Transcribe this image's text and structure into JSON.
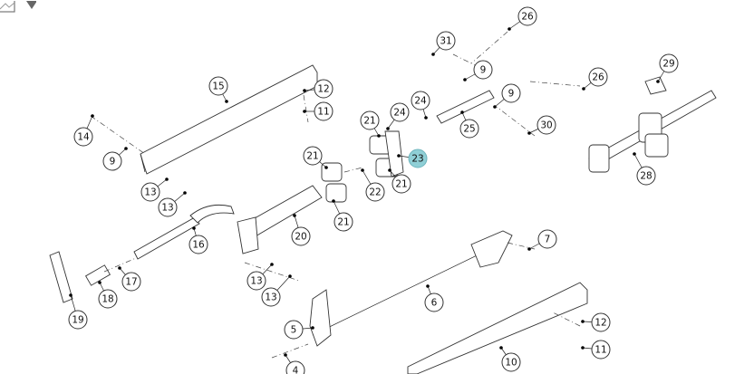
{
  "toolbar": {
    "icons": [
      "image-icon",
      "dropdown-arrow-icon"
    ]
  },
  "diagram": {
    "highlighted_callout": "23",
    "highlight_color": "#8fcfd6",
    "callouts": [
      "26",
      "31",
      "9",
      "26",
      "29",
      "15",
      "12",
      "11",
      "24",
      "24",
      "9",
      "21",
      "25",
      "30",
      "14",
      "9",
      "23",
      "21",
      "21",
      "22",
      "28",
      "13",
      "13",
      "21",
      "20",
      "16",
      "7",
      "17",
      "18",
      "13",
      "13",
      "6",
      "19",
      "5",
      "12",
      "11",
      "10",
      "4"
    ]
  }
}
